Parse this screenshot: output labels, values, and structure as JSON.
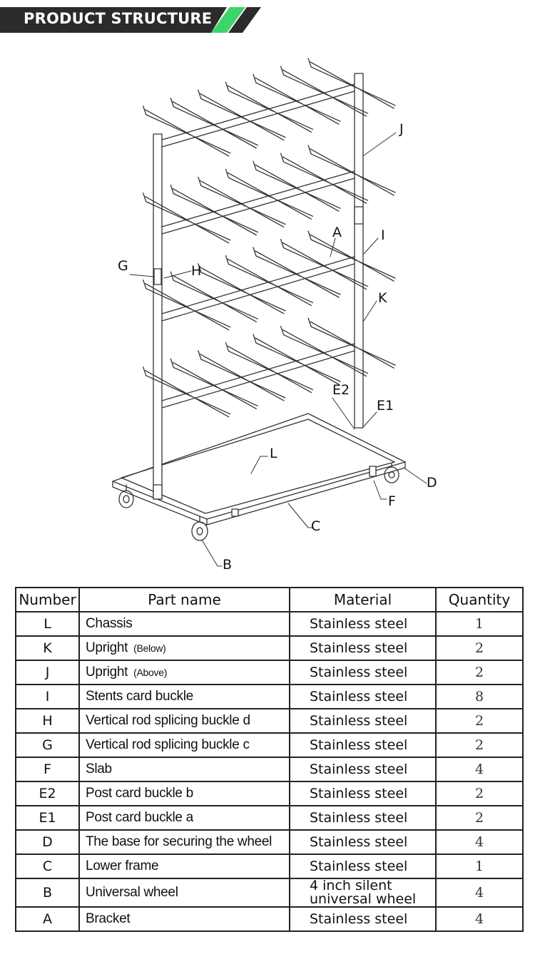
{
  "header": {
    "title": "PRODUCT STRUCTURE",
    "bar_color": "#2b2b2b",
    "accent_color": "#3fd46b"
  },
  "drawing": {
    "callouts": [
      "J",
      "A",
      "I",
      "G",
      "H",
      "K",
      "E2",
      "E1",
      "L",
      "D",
      "F",
      "C",
      "B"
    ]
  },
  "table": {
    "headers": [
      "Number",
      "Part name",
      "Material",
      "Quantity"
    ],
    "rows": [
      {
        "number": "L",
        "name": "Chassis",
        "note": "",
        "material": "Stainless steel",
        "quantity": "1"
      },
      {
        "number": "K",
        "name": "Upright",
        "note": "(Below)",
        "material": "Stainless steel",
        "quantity": "2"
      },
      {
        "number": "J",
        "name": "Upright",
        "note": "(Above)",
        "material": "Stainless steel",
        "quantity": "2"
      },
      {
        "number": "I",
        "name": "Stents card buckle",
        "note": "",
        "material": "Stainless steel",
        "quantity": "8"
      },
      {
        "number": "H",
        "name": "Vertical rod splicing buckle d",
        "note": "",
        "material": "Stainless steel",
        "quantity": "2"
      },
      {
        "number": "G",
        "name": "Vertical rod splicing buckle c",
        "note": "",
        "material": "Stainless steel",
        "quantity": "2"
      },
      {
        "number": "F",
        "name": "Slab",
        "note": "",
        "material": "Stainless steel",
        "quantity": "4"
      },
      {
        "number": "E2",
        "name": "Post card buckle b",
        "note": "",
        "material": "Stainless steel",
        "quantity": "2"
      },
      {
        "number": "E1",
        "name": "Post card buckle a",
        "note": "",
        "material": "Stainless steel",
        "quantity": "2"
      },
      {
        "number": "D",
        "name": "The base for securing the wheel",
        "note": "",
        "material": "Stainless steel",
        "quantity": "4"
      },
      {
        "number": "C",
        "name": "Lower frame",
        "note": "",
        "material": "Stainless steel",
        "quantity": "1"
      },
      {
        "number": "B",
        "name": "Universal wheel",
        "note": "",
        "material": "4 inch silent universal wheel",
        "quantity": "4"
      },
      {
        "number": "A",
        "name": "Bracket",
        "note": "",
        "material": "Stainless steel",
        "quantity": "4"
      }
    ]
  }
}
